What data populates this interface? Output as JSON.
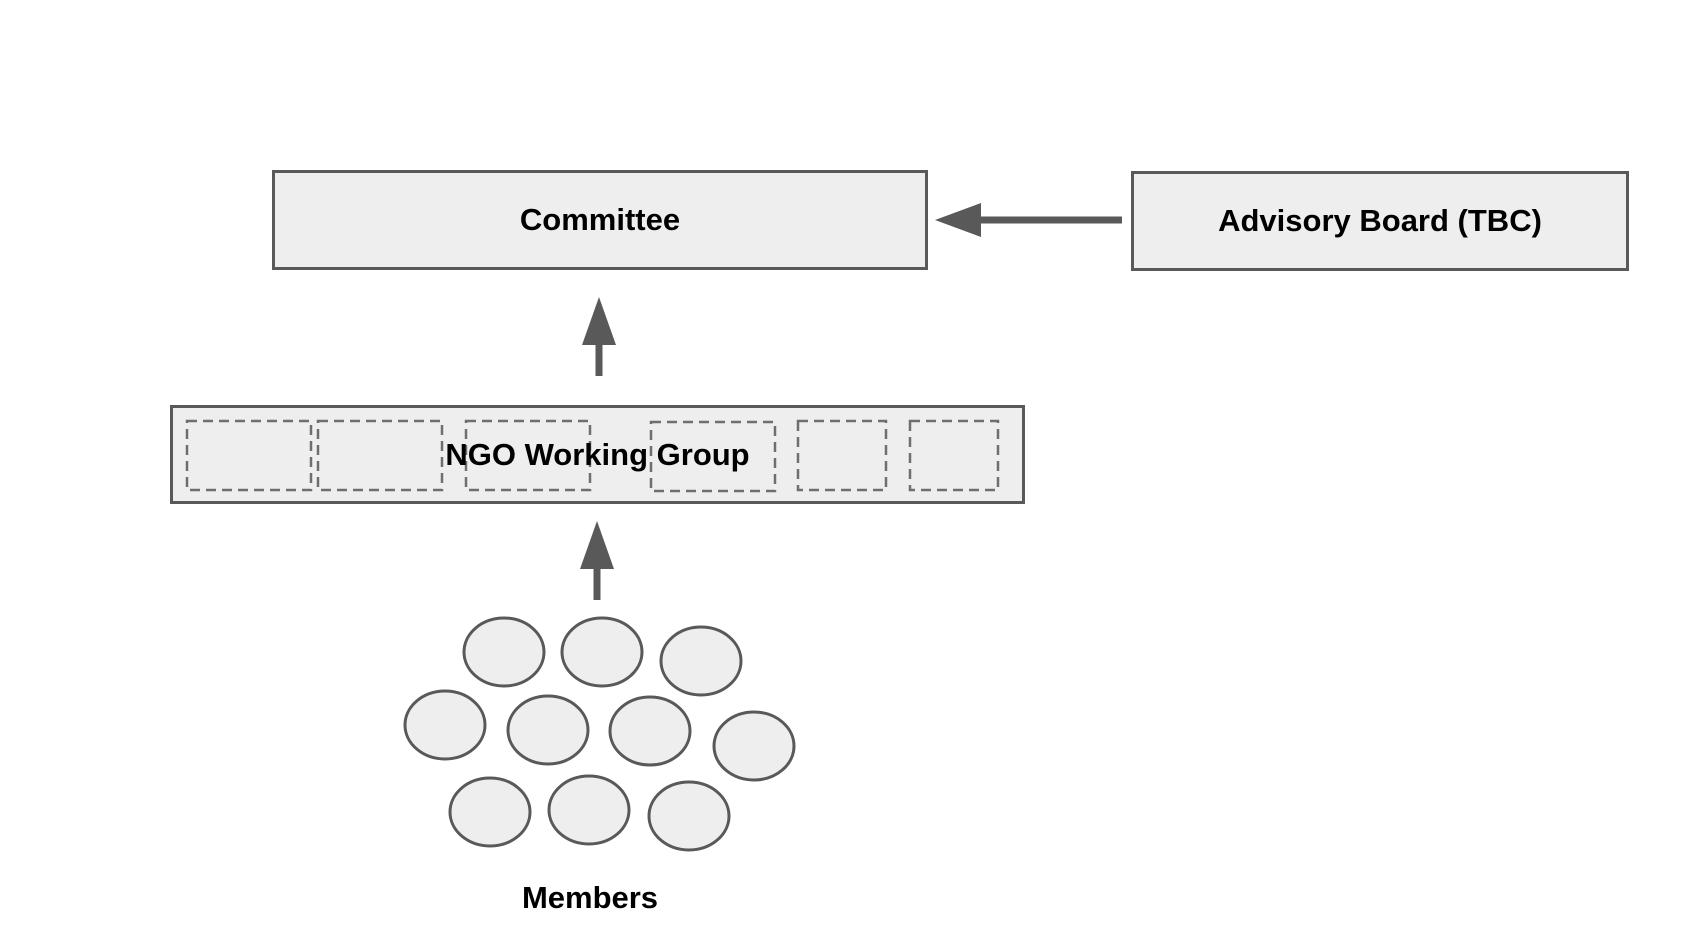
{
  "diagram": {
    "nodes": {
      "committee": "Committee",
      "advisory_board": "Advisory Board (TBC)",
      "ngo_working_group": "NGO Working Group",
      "members": "Members"
    },
    "edges": [
      {
        "from": "advisory_board",
        "to": "committee"
      },
      {
        "from": "ngo_working_group",
        "to": "committee"
      },
      {
        "from": "members",
        "to": "ngo_working_group"
      }
    ],
    "member_count": 10,
    "sub_group_count": 6,
    "colors": {
      "fill": "#eeeeee",
      "stroke": "#595959",
      "text": "#000000",
      "dashed_stroke": "#6e6e6e"
    }
  }
}
